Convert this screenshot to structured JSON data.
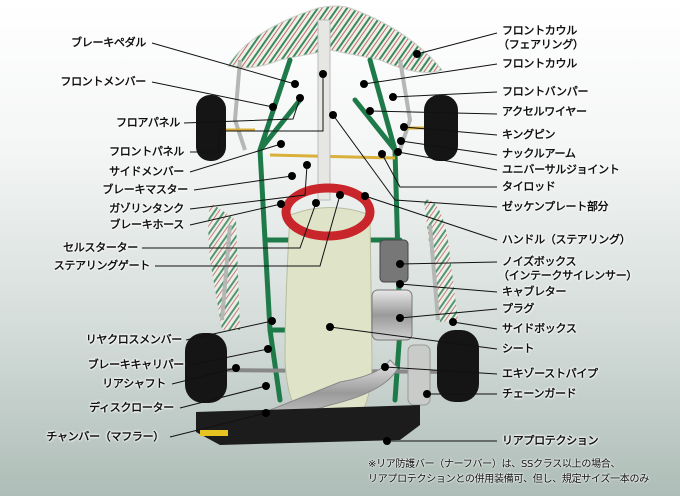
{
  "colors": {
    "frame": "#1f7a4a",
    "tire": "#151515",
    "seat": "#dfe3c8",
    "wheel": "#c8262a",
    "cowl_stripe": "#3b8a5d"
  },
  "left_labels": [
    "ブレーキペダル",
    "フロントメンバー",
    "フロアパネル",
    "フロントパネル",
    "サイドメンバー",
    "ブレーキマスター",
    "ガゾリンタンク",
    "ブレーキホース",
    "セルスターター",
    "ステアリングゲート",
    "リヤクロスメンバー",
    "ブレーキキャリパー",
    "リアシャフト",
    "ディスクローター",
    "チャンバー（マフラー）"
  ],
  "right_labels": [
    "フロントカウル",
    "（フェアリング）",
    "フロントカウル",
    "フロントバンパー",
    "アクセルワイヤー",
    "キングピン",
    "ナックルアーム",
    "ユニバーサルジョイント",
    "タイロッド",
    "ゼッケンプレート部分",
    "ハンドル（ステアリング）",
    "ノイズボックス",
    "（インテークサイレンサー）",
    "キャブレター",
    "プラグ",
    "サイドボックス",
    "シート",
    "エキゾーストパイプ",
    "チェーンガード",
    "リアプロテクション"
  ],
  "note": {
    "line1": "※リア防護バー（ナーフバー）は、SSクラス以上の場合、",
    "line2": "リアプロテクションとの併用装備可、但し、規定サイズ一本のみ"
  }
}
